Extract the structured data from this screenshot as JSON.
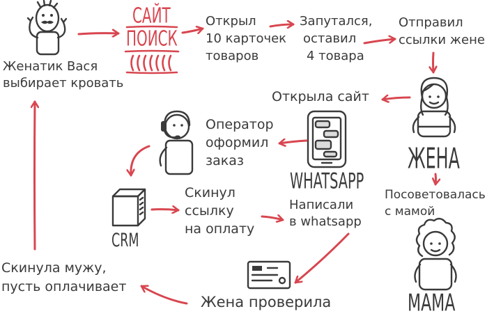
{
  "colors": {
    "accent": "#d8464f",
    "ink": "#3a3a3a",
    "background": "#ffffff"
  },
  "nodes": {
    "husband": {
      "lines": [
        "Женатик Вася",
        "выбирает кровать"
      ],
      "icon": "husband-icon"
    },
    "site_search": {
      "lines": [
        "САЙТ",
        "ПОИСК"
      ],
      "icon": "search-grid-icon"
    },
    "opened_cards": {
      "lines": [
        "Открыл",
        "10 карточек",
        "товаров"
      ]
    },
    "confused": {
      "lines": [
        "Запутался,",
        "оставил",
        "4 товара"
      ]
    },
    "sent_links": {
      "lines": [
        "Отправил",
        "ссылки жене"
      ]
    },
    "opened_site": {
      "lines": [
        "Открыла сайт"
      ]
    },
    "wife": {
      "label": "ЖЕНА",
      "icon": "wife-icon"
    },
    "consulted": {
      "lines": [
        "Посоветовалась",
        "с мамой"
      ]
    },
    "mother": {
      "label": "МАМА",
      "icon": "mother-icon"
    },
    "whatsapp": {
      "label": "WHATSAPP",
      "icon": "whatsapp-phone-icon"
    },
    "wrote_whatsapp": {
      "lines": [
        "Написали",
        "в whatsapp"
      ]
    },
    "operator": {
      "lines": [
        "Оператор",
        "оформил",
        "заказ"
      ],
      "icon": "operator-icon"
    },
    "crm": {
      "label": "CRM",
      "icon": "crm-box-icon"
    },
    "payment_link": {
      "lines": [
        "Скинул",
        "ссылку",
        "на оплату"
      ]
    },
    "payment_document": {
      "icon": "payment-document-icon"
    },
    "wife_checked": {
      "lines": [
        "Жена проверила"
      ]
    },
    "sent_to_husband": {
      "lines": [
        "Скинула мужу,",
        "пусть оплачивает"
      ]
    }
  }
}
